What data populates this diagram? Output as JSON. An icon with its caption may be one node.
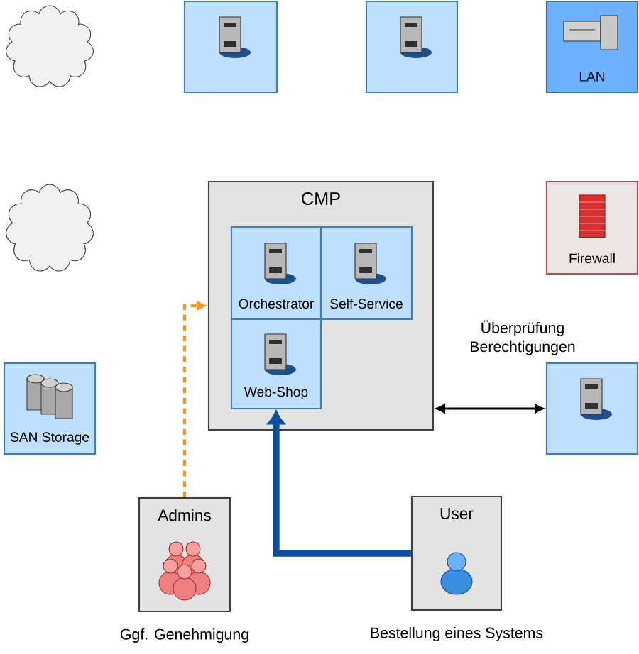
{
  "diagram": {
    "nodes": [
      {
        "text": [],
        "shape": "cloud"
      },
      {
        "text": [],
        "shape": "box"
      },
      {
        "text": [],
        "shape": "box"
      },
      {
        "text": [
          "LAN"
        ]
      },
      {
        "text": [],
        "shape": "cloud"
      },
      {
        "text": [
          "CMP"
        ]
      },
      {
        "text": [
          "Orchestrator"
        ],
        "in": 5
      },
      {
        "text": [
          "Self-Service"
        ],
        "in": 5
      },
      {
        "text": [
          "Web-Shop"
        ],
        "in": 5
      },
      {
        "text": [
          "Firewall"
        ]
      },
      {
        "text": [
          "SAN Storage"
        ]
      },
      {
        "text": [],
        "shape": "box"
      },
      {
        "text": [
          "Admins"
        ],
        "beside": [
          "Ggf. Genehmigung"
        ]
      },
      {
        "text": [
          "User"
        ],
        "beside": [
          "Bestellung eines Systems"
        ]
      }
    ],
    "edges": [
      {
        "from": 12,
        "to": 5,
        "arrow": "to",
        "style": "dashed",
        "color": "#f5961e"
      },
      {
        "from": 13,
        "to": 8,
        "arrow": "to",
        "style": "thick",
        "color": "#0b4ea2"
      },
      {
        "from": 5,
        "to": 11,
        "arrow": "both",
        "color": "#000000",
        "label": "Überprüfung Berechtigungen"
      }
    ]
  }
}
